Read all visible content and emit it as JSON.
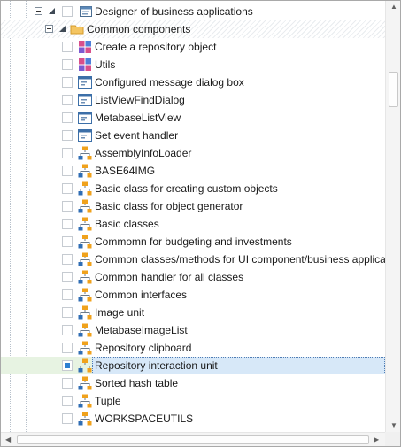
{
  "tree": {
    "root": {
      "label": "Designer of business applications",
      "icon": "designer-window-icon"
    },
    "folder": {
      "label": "Common components",
      "icon": "folder-icon"
    },
    "items": [
      {
        "label": "Create a repository object",
        "icon": "form-grid-icon"
      },
      {
        "label": "Utils",
        "icon": "form-grid-icon"
      },
      {
        "label": "Configured message dialog box",
        "icon": "form-window-icon"
      },
      {
        "label": "ListViewFindDialog",
        "icon": "form-window-icon"
      },
      {
        "label": "MetabaseListView",
        "icon": "form-window-icon"
      },
      {
        "label": "Set event handler",
        "icon": "form-window-icon"
      },
      {
        "label": "AssemblyInfoLoader",
        "icon": "unit-icon"
      },
      {
        "label": "BASE64IMG",
        "icon": "unit-icon"
      },
      {
        "label": "Basic class for creating custom objects",
        "icon": "unit-icon"
      },
      {
        "label": "Basic class for object generator",
        "icon": "unit-icon"
      },
      {
        "label": "Basic classes",
        "icon": "unit-icon"
      },
      {
        "label": "Commomn for budgeting and investments",
        "icon": "unit-icon"
      },
      {
        "label": "Common classes/methods for UI component/business applicat",
        "icon": "unit-icon"
      },
      {
        "label": "Common handler for all classes",
        "icon": "unit-icon"
      },
      {
        "label": "Common interfaces",
        "icon": "unit-icon"
      },
      {
        "label": "Image unit",
        "icon": "unit-icon"
      },
      {
        "label": "MetabaseImageList",
        "icon": "unit-icon"
      },
      {
        "label": "Repository clipboard",
        "icon": "unit-icon"
      },
      {
        "label": "Repository interaction unit",
        "icon": "unit-icon",
        "selected": true,
        "checked": true
      },
      {
        "label": "Sorted hash table",
        "icon": "unit-icon"
      },
      {
        "label": "Tuple",
        "icon": "unit-icon"
      },
      {
        "label": "WORKSPACEUTILS",
        "icon": "unit-icon"
      }
    ]
  },
  "colors": {
    "selection": "#d7e8f8",
    "highlight": "#e7f3e2",
    "check": "#2d7fd1",
    "unit_orange": "#f0a21c",
    "unit_blue": "#2f6db4"
  }
}
